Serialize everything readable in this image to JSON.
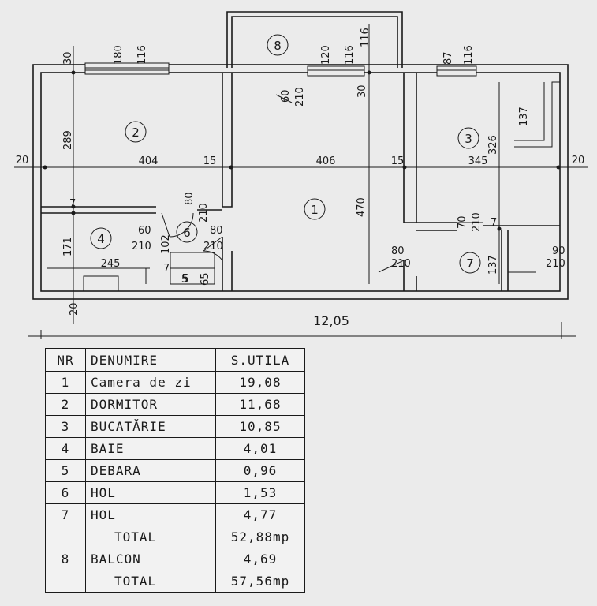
{
  "plan": {
    "rooms": [
      {
        "num": "1"
      },
      {
        "num": "2"
      },
      {
        "num": "3"
      },
      {
        "num": "4"
      },
      {
        "num": "5"
      },
      {
        "num": "6"
      },
      {
        "num": "7"
      },
      {
        "num": "8"
      }
    ],
    "dims": {
      "overall_width": "12,05",
      "w404": "404",
      "w406": "406",
      "w345": "345",
      "w15a": "15",
      "w15b": "15",
      "w20l": "20",
      "w20r": "20",
      "w20b": "20",
      "h289": "289",
      "h470": "470",
      "h326": "326",
      "h137a": "137",
      "h137b": "137",
      "h171": "171",
      "h245": "245",
      "w5": "5",
      "w65": "65",
      "w7a": "7",
      "w7b": "7",
      "w7c": "7",
      "w30a": "30",
      "w30b": "30",
      "win1_w": "180",
      "win1_h": "116",
      "win2_w": "120",
      "win2_h": "116",
      "win3_w": "87",
      "win3_h": "116",
      "balc_116": "116",
      "door_60": "60",
      "door_210a": "210",
      "door_80a": "80",
      "door_210b": "210",
      "door_102": "102",
      "door_60b": "60",
      "door_210c": "210",
      "door_80b": "80",
      "door_210d": "210",
      "door_70": "70",
      "door_210e": "210",
      "door_80c": "80",
      "door_210f": "210",
      "door_90": "90",
      "door_210g": "210"
    }
  },
  "legend": {
    "headers": {
      "nr": "NR",
      "name": "DENUMIRE",
      "area": "S.UTILA"
    },
    "rows": [
      {
        "nr": "1",
        "name": "Camera de zi",
        "area": "19,08"
      },
      {
        "nr": "2",
        "name": "DORMITOR",
        "area": "11,68"
      },
      {
        "nr": "3",
        "name": "BUCATĂRIE",
        "area": "10,85"
      },
      {
        "nr": "4",
        "name": "BAIE",
        "area": "4,01"
      },
      {
        "nr": "5",
        "name": "DEBARA",
        "area": "0,96"
      },
      {
        "nr": "6",
        "name": "HOL",
        "area": "1,53"
      },
      {
        "nr": "7",
        "name": "HOL",
        "area": "4,77"
      }
    ],
    "total1": {
      "label": "TOTAL",
      "area": "52,88mp"
    },
    "balcony": {
      "nr": "8",
      "name": "BALCON",
      "area": "4,69"
    },
    "total2": {
      "label": "TOTAL",
      "area": "57,56mp"
    }
  }
}
